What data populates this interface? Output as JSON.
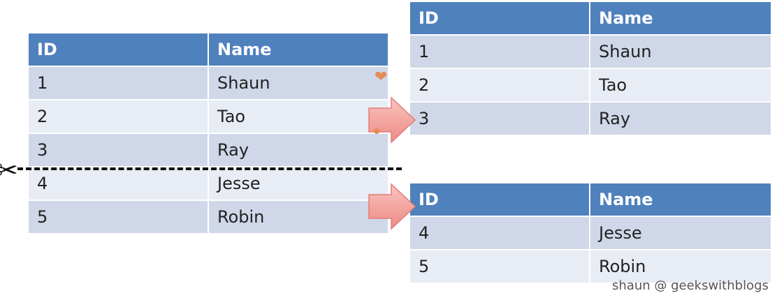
{
  "source_table": {
    "headers": [
      "ID",
      "Name"
    ],
    "rows": [
      [
        "1",
        "Shaun"
      ],
      [
        "2",
        "Tao"
      ],
      [
        "3",
        "Ray"
      ],
      [
        "4",
        "Jesse"
      ],
      [
        "5",
        "Robin"
      ]
    ]
  },
  "split_table_top": {
    "headers": [
      "ID",
      "Name"
    ],
    "rows": [
      [
        "1",
        "Shaun"
      ],
      [
        "2",
        "Tao"
      ],
      [
        "3",
        "Ray"
      ]
    ]
  },
  "split_table_bottom": {
    "headers": [
      "ID",
      "Name"
    ],
    "rows": [
      [
        "4",
        "Jesse"
      ],
      [
        "5",
        "Robin"
      ]
    ]
  },
  "icons": {
    "cut": "scissors-icon",
    "arrow": "right-arrow-icon",
    "heart": "heart-icon"
  },
  "colors": {
    "header": "#4f81bd",
    "row_odd": "#cfd7e8",
    "row_even": "#e8ecf4",
    "arrow": "#f4a6a0"
  },
  "credit": "shaun @ geekswithblogs"
}
